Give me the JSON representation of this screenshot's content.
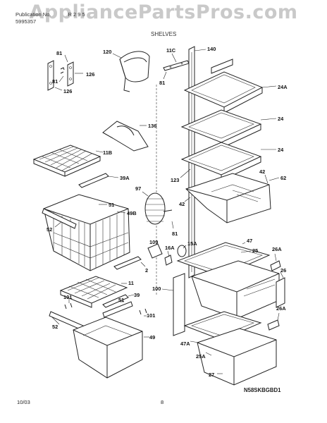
{
  "watermark": "AppliancePartsPros.com",
  "header": {
    "line1": "Publication No.",
    "line1_suffix": "R 2 9 5",
    "line2": "5995357",
    "section": "SHELVES"
  },
  "labels": {
    "l81a": "81",
    "l126a": "126",
    "l81b": "81",
    "l126b": "126",
    "l120": "120",
    "l11c": "11C",
    "l140": "140",
    "l81c": "81",
    "l24a": "24A",
    "l24b": "24",
    "l24c": "24",
    "l136": "136",
    "l11b": "11B",
    "l39a": "39A",
    "l123": "123",
    "l42a": "42",
    "l62": "62",
    "l97": "97",
    "l42b": "42",
    "l51a": "51",
    "l49b": "49B",
    "l52a": "52",
    "l81d": "81",
    "l109": "109",
    "l16a": "16A",
    "l15a": "15A",
    "l47": "47",
    "l25": "25",
    "l26a1": "26A",
    "l26": "26",
    "l2": "2",
    "l11": "11",
    "l39": "39",
    "l100": "100",
    "l101a": "101",
    "l51b": "51",
    "l101b": "101",
    "l52b": "52",
    "l49": "49",
    "l26a2": "26A",
    "l47a": "47A",
    "l25a": "25A",
    "l27": "27"
  },
  "footer": {
    "date": "10/03",
    "page": "8",
    "code": "N58SKBGBD1"
  }
}
